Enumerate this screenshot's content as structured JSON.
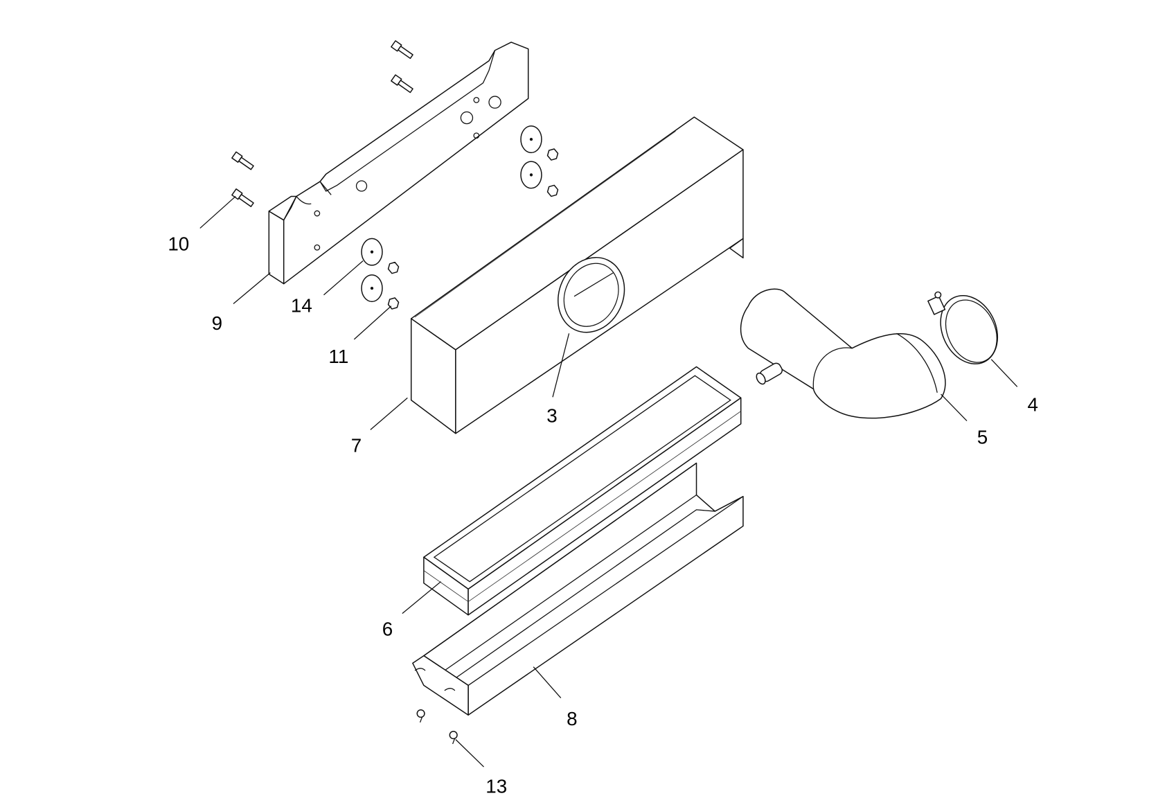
{
  "callouts": {
    "c3": "3",
    "c4": "4",
    "c5": "5",
    "c6": "6",
    "c7": "7",
    "c8": "8",
    "c9": "9",
    "c10": "10",
    "c11": "11",
    "c13": "13",
    "c14": "14"
  }
}
